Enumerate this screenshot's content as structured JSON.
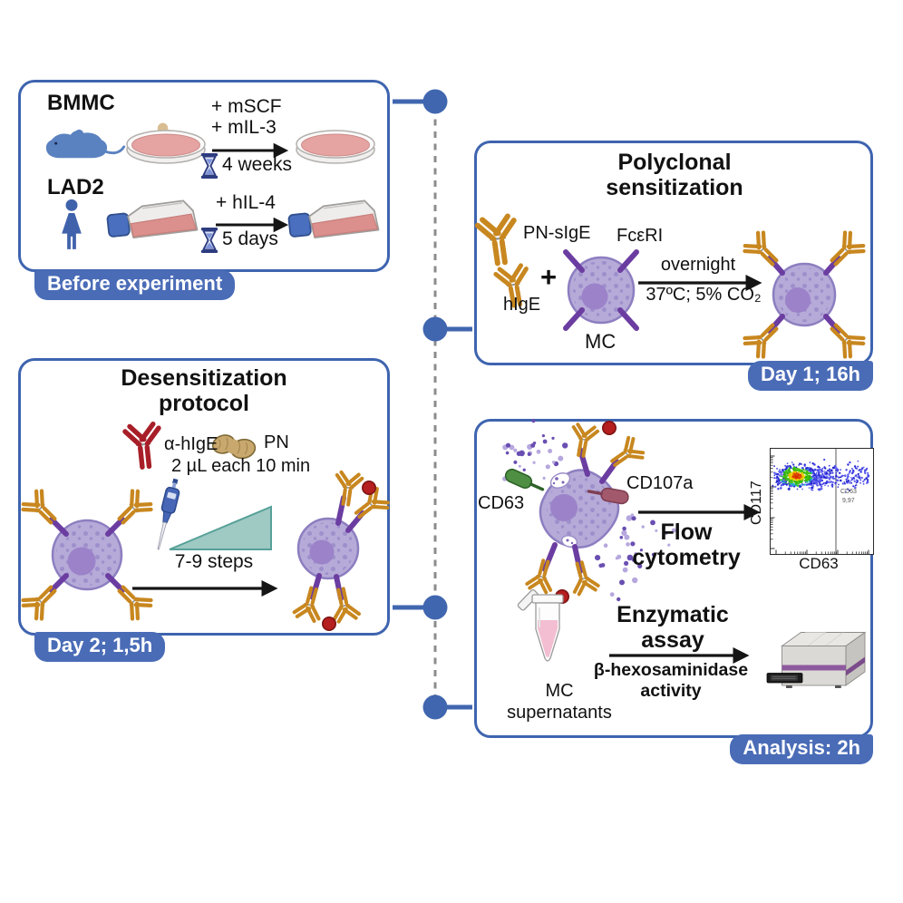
{
  "colors": {
    "panel_border": "#3e64af",
    "badge_bg": "#4a6cb7",
    "timeline_gray": "#8c8c8c",
    "node_blue": "#4066af",
    "ige_gold": "#c8871f",
    "anti_hige_red": "#a81e28",
    "mast_cell_body": "#b6aad8",
    "mast_cell_nucleus": "#9b82c9",
    "receptor_purple": "#6b3da1",
    "cd63_green": "#4e8f44",
    "cd107a_maroon": "#a2596b",
    "allergen_red": "#b51f1f",
    "ramp_teal": "#9fc9c3",
    "media_pink": "#e5a3a1"
  },
  "panel_before": {
    "badge": "Before experiment",
    "row1_label": "BMMC",
    "row1_factor1": "+ mSCF",
    "row1_factor2": "+ mIL-3",
    "row1_time": "4 weeks",
    "row2_label": "LAD2",
    "row2_factor": "+ hIL-4",
    "row2_time": "5 days"
  },
  "panel_sensitization": {
    "title_line1": "Polyclonal",
    "title_line2": "sensitization",
    "ab1_label": "PN-sIgE",
    "ab2_label": "hIgE",
    "plus": "+",
    "receptor_label": "FcεRI",
    "cell_label": "MC",
    "condition_line1": "overnight",
    "condition_line2": "37ºC; 5% CO₂",
    "badge": "Day 1; 16h"
  },
  "panel_desensitization": {
    "title_line1": "Desensitization",
    "title_line2": "protocol",
    "antibody_label": "α-hIgE",
    "allergen_label": "PN",
    "dosing_text": "2 µL each 10 min",
    "steps_text": "7-9 steps",
    "badge": "Day 2; 1,5h"
  },
  "panel_analysis": {
    "marker1_label": "CD63",
    "marker2_label": "CD107a",
    "method1_line1": "Flow",
    "method1_line2": "cytometry",
    "plot": {
      "ylabel": "CD117",
      "xlabel": "CD63",
      "gate_name": "CD63",
      "gate_value": "9,97"
    },
    "sample_line1": "MC",
    "sample_line2": "supernatants",
    "method2_line1": "Enzymatic",
    "method2_line2": "assay",
    "readout_line1": "β-hexosaminidase",
    "readout_line2": "activity",
    "badge": "Analysis: 2h"
  }
}
